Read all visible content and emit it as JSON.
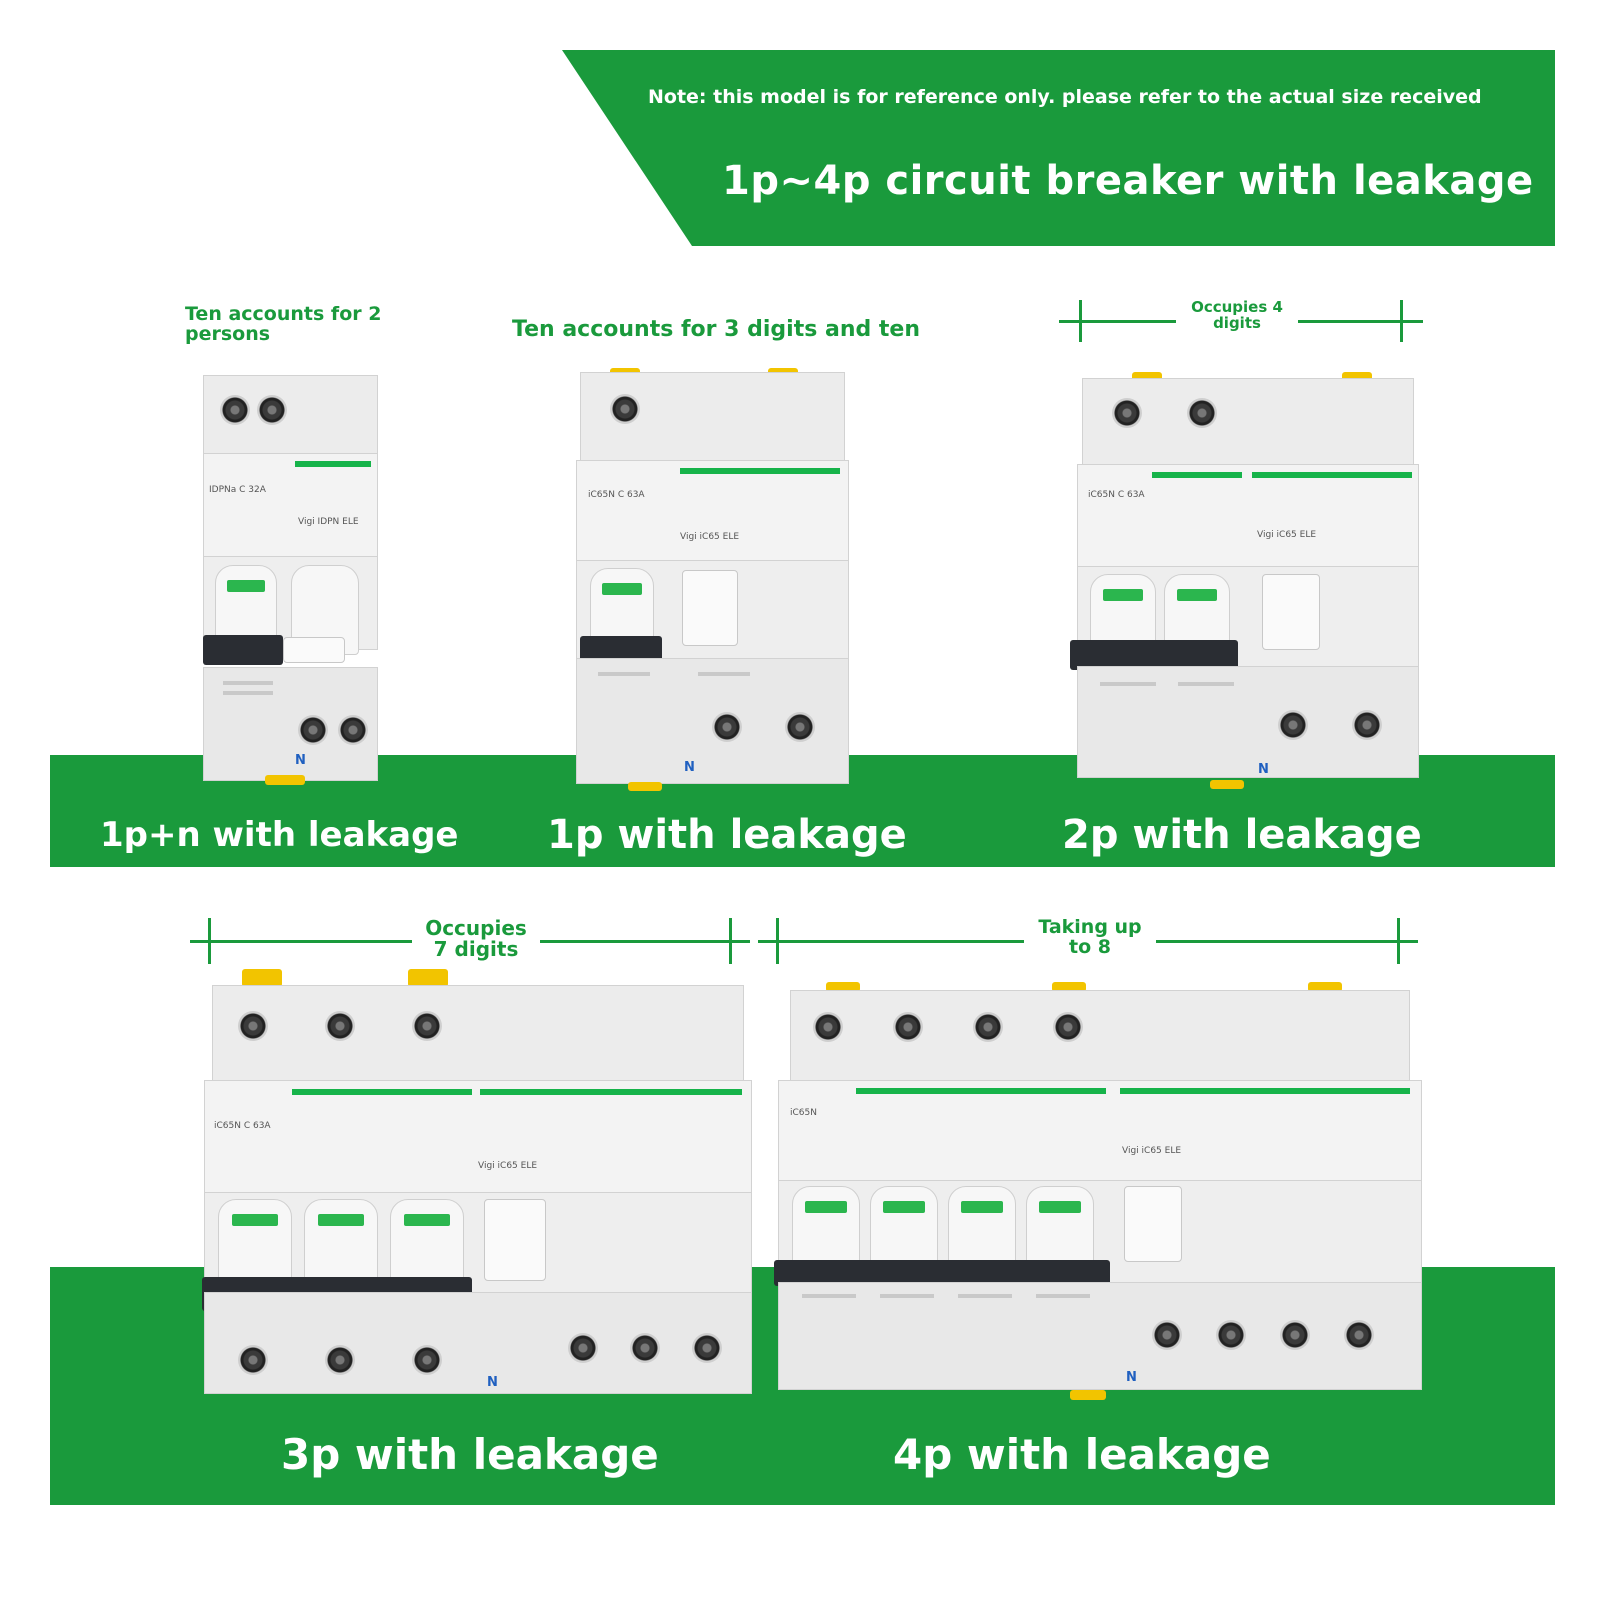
{
  "header": {
    "note": "Note: this model is for reference only. please refer to the actual size received",
    "title": "1p~4p circuit breaker with leakage"
  },
  "products": [
    {
      "label": "1p+n with leakage",
      "size_note": "Ten accounts for 2 persons",
      "front_top": "IDPNa  C 32A",
      "front_right": "Vigi IDPN ELE",
      "n_mark": "N"
    },
    {
      "label": "1p with leakage",
      "size_note": "Ten accounts for 3 digits and ten",
      "front_top": "iC65N  C 63A",
      "front_right": "Vigi iC65 ELE",
      "n_mark": "N"
    },
    {
      "label": "2p with leakage",
      "size_note": "Occupies 4 digits",
      "front_top": "iC65N  C 63A",
      "front_right": "Vigi iC65 ELE",
      "n_mark": "N"
    },
    {
      "label": "3p with leakage",
      "size_note": "Occupies 7 digits",
      "front_top": "iC65N  C 63A",
      "front_right": "Vigi iC65 ELE",
      "n_mark": "N"
    },
    {
      "label": "4p with leakage",
      "size_note": "Taking up to 8",
      "front_top": "iC65N",
      "front_right": "Vigi iC65 ELE",
      "n_mark": "N"
    }
  ],
  "colors": {
    "brand_green": "#1a9a3c",
    "indicator_green": "#16b34a",
    "terminal_yellow": "#f2c400"
  },
  "icons": [
    "terminal-screw-icon",
    "dimension-arrow-icon"
  ]
}
